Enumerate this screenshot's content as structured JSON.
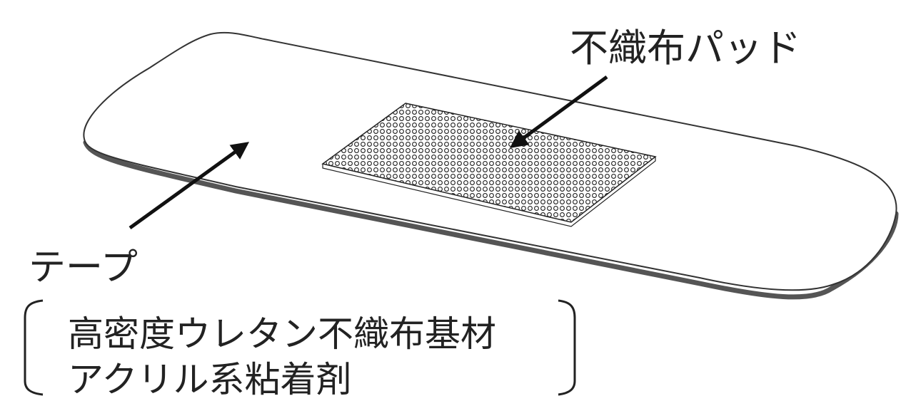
{
  "labels": {
    "pad": "不織布パッド",
    "tape": "テープ",
    "tape_detail_line1": "高密度ウレタン不織布基材",
    "tape_detail_line2": "アクリル系粘着剤"
  },
  "colors": {
    "outline": "#333333",
    "shadow": "#555555",
    "pad_dots": "#222222",
    "text": "#222222"
  }
}
